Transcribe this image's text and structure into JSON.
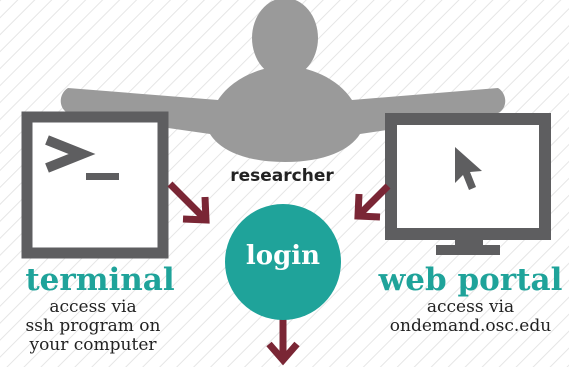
{
  "researcher": {
    "label": "researcher"
  },
  "login": {
    "label": "login"
  },
  "terminal": {
    "title": "terminal",
    "lines": [
      "access via",
      "ssh program on",
      "your computer"
    ]
  },
  "web_portal": {
    "title": "web portal",
    "lines": [
      "access via",
      "ondemand.osc.edu"
    ]
  },
  "colors": {
    "figure": "#9a9a9a",
    "monitor": "#5e5e60",
    "arrow": "#7a2635",
    "accent": "#1fa39a",
    "background": "#ffffff"
  }
}
